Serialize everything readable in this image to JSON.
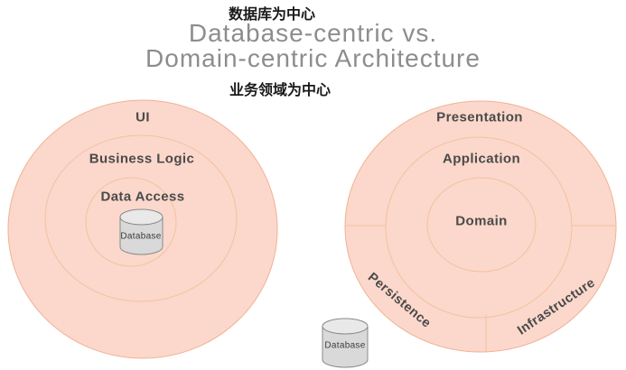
{
  "header": {
    "label_top_zh": "数据库为中心",
    "title_line1": "Database-centric vs.",
    "title_line2": "Domain-centric Architecture",
    "label_bottom_zh": "业务领域为中心"
  },
  "left_diagram": {
    "name": "Database-centric",
    "layers": [
      {
        "label": "UI"
      },
      {
        "label": "Business Logic"
      },
      {
        "label": "Data Access"
      }
    ],
    "database_label": "Database"
  },
  "right_diagram": {
    "name": "Domain-centric",
    "layers": [
      {
        "label": "Presentation"
      },
      {
        "label": "Application"
      },
      {
        "label": "Domain"
      }
    ],
    "slices": [
      {
        "label": "Persistence"
      },
      {
        "label": "Infrastructure"
      }
    ],
    "database_label": "Database"
  },
  "colors": {
    "circle_fill": "#fbd8cb",
    "outer_stroke": "#f0b294",
    "ring_stroke": "#f4c0a2",
    "divider_stroke": "#f4c0a2",
    "layer_label": "#4a4a4a",
    "title_text": "#8d8d8d",
    "chinese_text": "#1a1a1a",
    "cylinder_fill": "#d9d9d9",
    "cylinder_top_fill": "#e9e9e9",
    "cylinder_stroke": "#8a8a8a",
    "database_label_color": "#3c3c3c"
  }
}
